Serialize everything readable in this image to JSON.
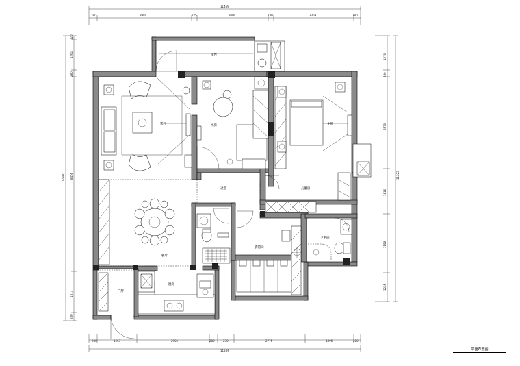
{
  "drawing_title": "平面布置图",
  "dims": {
    "top_total": "11469",
    "top": [
      "280",
      "3984",
      "225",
      "3000",
      "230",
      "3369",
      "280"
    ],
    "bottom_total": "11469",
    "bottom": [
      "280",
      "1667",
      "2901",
      "280",
      "230",
      "2775",
      "1896",
      "280"
    ],
    "left_total": "12980",
    "left": [
      "120",
      "1261",
      "280",
      "8456",
      "1313",
      "280"
    ],
    "right_total": "11223",
    "right": [
      "1270",
      "280",
      "3570",
      "1616",
      "3158",
      "1225"
    ]
  },
  "rooms": {
    "balcony": "阳台",
    "living": "客厅",
    "study": "书房",
    "master_bed": "主卧",
    "dining": "餐厅",
    "corridor": "过道",
    "kid_bed": "儿童房",
    "wardrobe": "衣帽间",
    "bath": "卫生间",
    "entry": "门厅",
    "kitchen": "厨房"
  }
}
